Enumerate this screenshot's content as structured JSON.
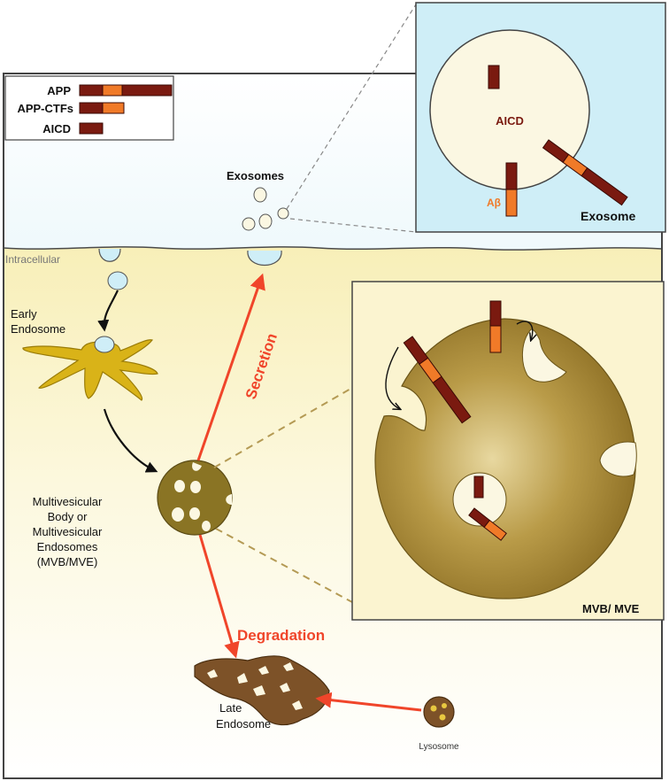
{
  "legend": {
    "app": "APP",
    "app_ctfs": "APP-CTFs",
    "aicd": "AICD"
  },
  "labels": {
    "exosomes": "Exosomes",
    "intracellular": "Intracellular",
    "early_endosome_1": "Early",
    "early_endosome_2": "Endosome",
    "mvb_1": "Multivesicular",
    "mvb_2": "Body or",
    "mvb_3": "Multivesicular",
    "mvb_4": "Endosomes",
    "mvb_5": "(MVB/MVE)",
    "late_endosome_1": "Late",
    "late_endosome_2": "Endosome",
    "lysosome": "Lysosome",
    "secretion": "Secretion",
    "degradation": "Degradation"
  },
  "inset_exosome": {
    "aicd": "AICD",
    "abeta": "Aβ",
    "title": "Exosome"
  },
  "inset_mvb": {
    "title": "MVB/ MVE"
  },
  "colors": {
    "extracellular": "#cfeef7",
    "cytoplasm": "#fbf4c7",
    "app_dark": "#7a1a10",
    "app_orange": "#f07a28",
    "arrow_red": "#f0452a",
    "mvb_brown": "#8a7424",
    "early_endosome": "#d9b318",
    "late_endosome": "#7d5228",
    "vesicle_fill": "#fbf7e2"
  }
}
